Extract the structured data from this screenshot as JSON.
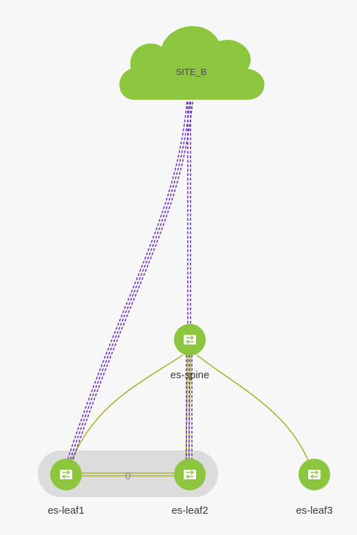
{
  "cloud": {
    "label": "SITE_B",
    "color": "#8cc63f",
    "icon": "cloud-icon"
  },
  "colors": {
    "node_fill": "#8cc63f",
    "link_green": "#a8b22a",
    "link_purple": "#6d2fc4",
    "vpc_highlight": "#dcdcdc",
    "icon_bg": "#ffffff"
  },
  "nodes": [
    {
      "id": "es-spine",
      "label": "es-spine",
      "icon": "switch-icon"
    },
    {
      "id": "es-leaf1",
      "label": "es-leaf1",
      "icon": "switch-icon"
    },
    {
      "id": "es-leaf2",
      "label": "es-leaf2",
      "icon": "switch-icon"
    },
    {
      "id": "es-leaf3",
      "label": "es-leaf3",
      "icon": "switch-icon"
    }
  ],
  "vpc_pair": {
    "members": [
      "es-leaf1",
      "es-leaf2"
    ],
    "badge": "0"
  }
}
